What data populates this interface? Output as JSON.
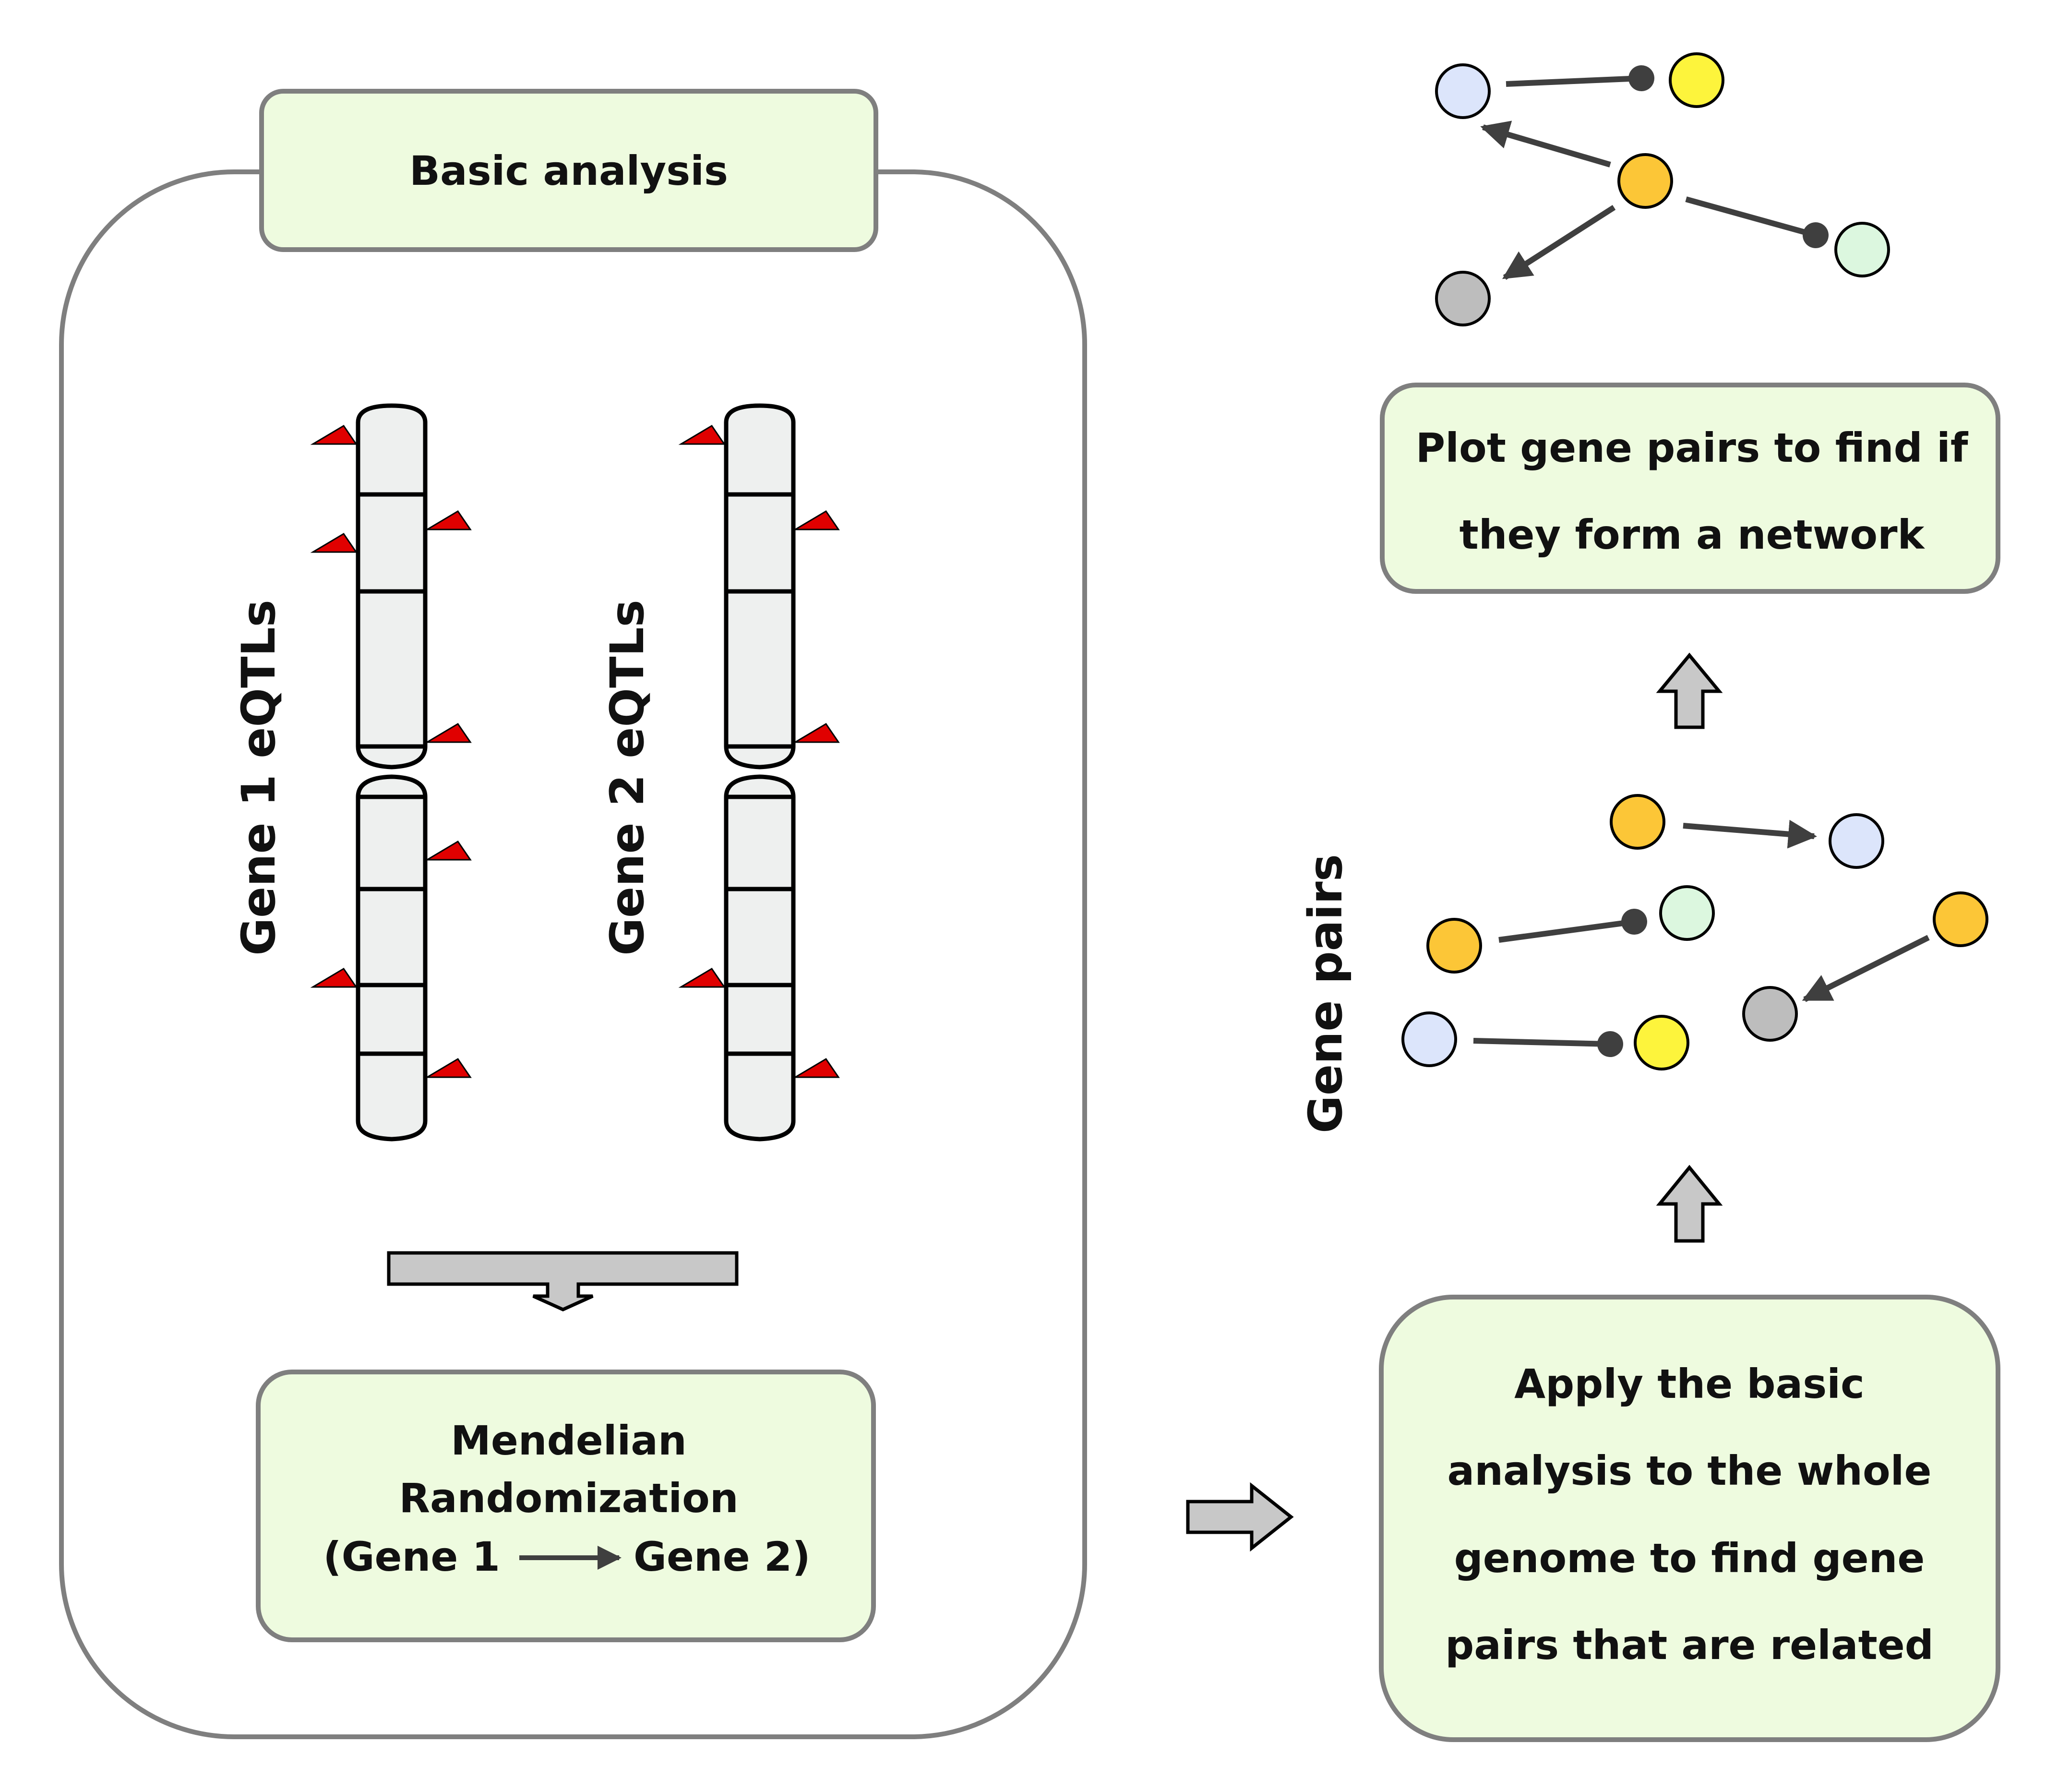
{
  "basic_panel": {
    "title": "Basic analysis",
    "gene1_label": "Gene 1 eQTLs",
    "gene2_label": "Gene 2 eQTLs",
    "mr_line1": "Mendelian",
    "mr_line2": "Randomization",
    "mr_gene_from": "(Gene 1",
    "mr_gene_to": "Gene 2)"
  },
  "apply_box": {
    "lines": [
      "Apply the basic",
      "analysis to the whole",
      "genome to find gene",
      "pairs that are related"
    ]
  },
  "gene_pairs_label": "Gene pairs",
  "network_box": {
    "lines": [
      "Plot gene pairs to find if",
      "they form a network"
    ]
  },
  "colors": {
    "box_fill": "#eefbdf",
    "box_stroke": "#7f7f7f",
    "chromosome_fill": "#eef0ef",
    "eqtl_marker": "#e00000",
    "arrow_fill": "#c8c8c8",
    "edge": "#3f3f3f",
    "node_orange": "#fcc637",
    "node_yellow": "#fdf43c",
    "node_blue": "#dce5fb",
    "node_green": "#dcf7df",
    "node_gray": "#bdbdbd"
  }
}
